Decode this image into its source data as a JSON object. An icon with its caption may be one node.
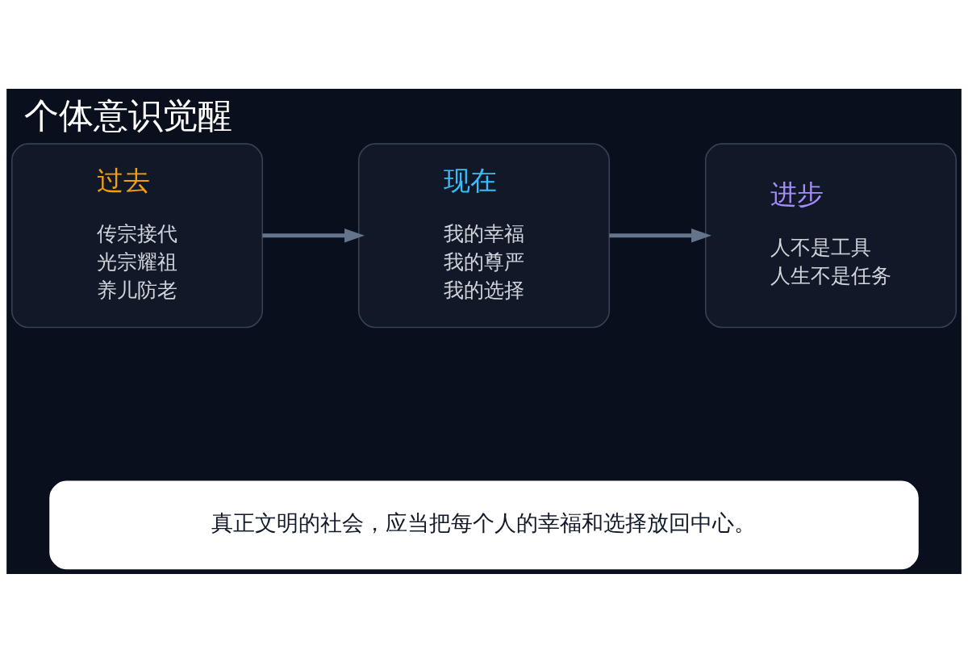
{
  "diagram": {
    "title": "个体意识觉醒",
    "nodes": [
      {
        "text": [
          "过去",
          "传宗接代",
          "光宗耀祖",
          "养儿防老"
        ]
      },
      {
        "text": [
          "现在",
          "我的幸福",
          "我的尊严",
          "我的选择"
        ]
      },
      {
        "text": [
          "进步",
          "人不是工具",
          "人生不是任务"
        ]
      },
      {
        "text": [
          "真正文明的社会，应当把每个人的幸福和选择放回中心。"
        ]
      }
    ],
    "edges": [
      {
        "from": 0,
        "to": 1,
        "arrow": "to"
      },
      {
        "from": 1,
        "to": 2,
        "arrow": "to"
      }
    ]
  }
}
